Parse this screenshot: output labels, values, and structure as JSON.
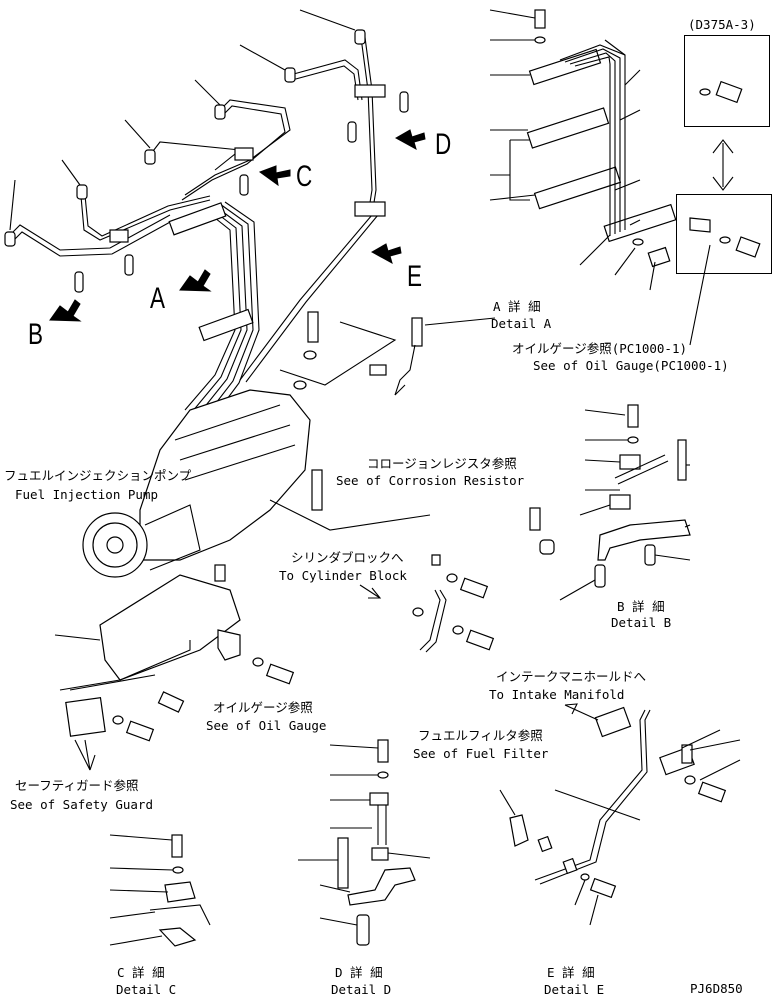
{
  "ref_code": "(D375A-3)",
  "drawing_no": "PJ6D850",
  "view_letters": {
    "a": "A",
    "b": "B",
    "c": "C",
    "d": "D",
    "e": "E"
  },
  "details": {
    "a_jp": "A 詳 細",
    "a_en": "Detail A",
    "b_jp": "B 詳 細",
    "b_en": "Detail B",
    "c_jp": "C 詳 細",
    "c_en": "Detail C",
    "d_jp": "D 詳 細",
    "d_en": "Detail D",
    "e_jp": "E 詳 細",
    "e_en": "Detail E"
  },
  "labels": {
    "oil_gauge_pc_jp": "オイルゲージ参照(PC1000-1)",
    "oil_gauge_pc_en": "See of Oil Gauge(PC1000-1)",
    "corrosion_jp": "コロージョンレジスタ参照",
    "corrosion_en": "See of Corrosion Resistor",
    "pump_jp": "フュエルインジェクションポンプ",
    "pump_en": "Fuel Injection Pump",
    "cylinder_jp": "シリンダブロックへ",
    "cylinder_en": "To Cylinder Block",
    "oil_gauge_jp": "オイルゲージ参照",
    "oil_gauge_en": "See of Oil Gauge",
    "intake_jp": "インテークマニホールドへ",
    "intake_en": "To Intake Manifold",
    "fuel_filter_jp": "フュエルフィルタ参照",
    "fuel_filter_en": "See of Fuel Filter",
    "safety_jp": "セーフティガード参照",
    "safety_en": "See of Safety Guard"
  }
}
